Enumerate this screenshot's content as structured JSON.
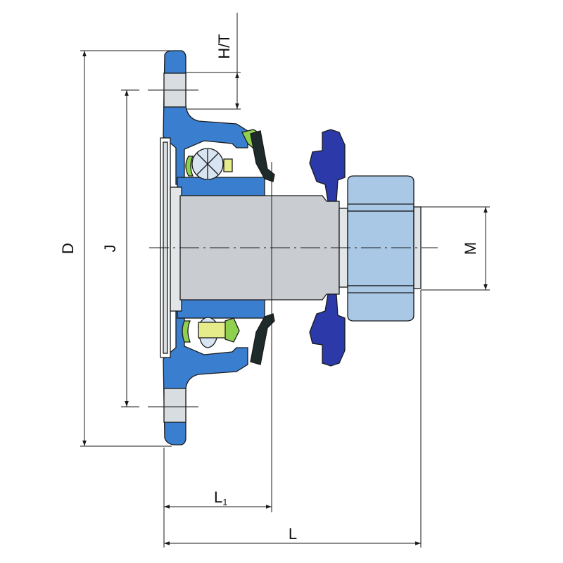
{
  "labels": {
    "D": "D",
    "J": "J",
    "HT": "H/T",
    "M": "M",
    "L1_main": "L",
    "L1_sub": "1",
    "L": "L"
  },
  "colors": {
    "housing": "#3a7fcf",
    "housing_light": "#d8dde2",
    "shaft": "#c9cdd1",
    "nut": "#a8c8e6",
    "star": "#2b3aa8",
    "seal": "#8fd14f",
    "roller": "#e6ec8a",
    "ball": "#d7e4f2"
  }
}
